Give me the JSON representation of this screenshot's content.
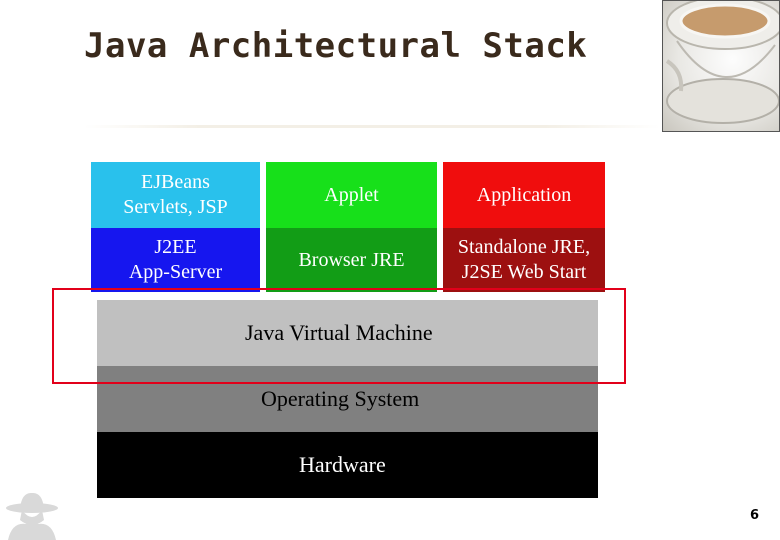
{
  "slide": {
    "title": "Java Architectural Stack",
    "page_number": "6"
  },
  "stack": {
    "top_row": [
      {
        "label": "EJBeans\nServlets, JSP",
        "color": "#29c1ec"
      },
      {
        "label": "Applet",
        "color": "#17e01a"
      },
      {
        "label": "Application",
        "color": "#f00d0d"
      }
    ],
    "runtime_row": [
      {
        "label": "J2EE\nApp-Server",
        "color": "#1616ef"
      },
      {
        "label": "Browser JRE",
        "color": "#129d16"
      },
      {
        "label": "Standalone JRE,\nJ2SE Web Start",
        "color": "#9d1010"
      }
    ],
    "layers": [
      {
        "label": "Java Virtual Machine",
        "color": "#c0c0c0",
        "text_color": "#000000"
      },
      {
        "label": "Operating System",
        "color": "#808080",
        "text_color": "#000000"
      },
      {
        "label": "Hardware",
        "color": "#000000",
        "text_color": "#ffffff"
      }
    ],
    "highlight_color": "#e2001a"
  }
}
